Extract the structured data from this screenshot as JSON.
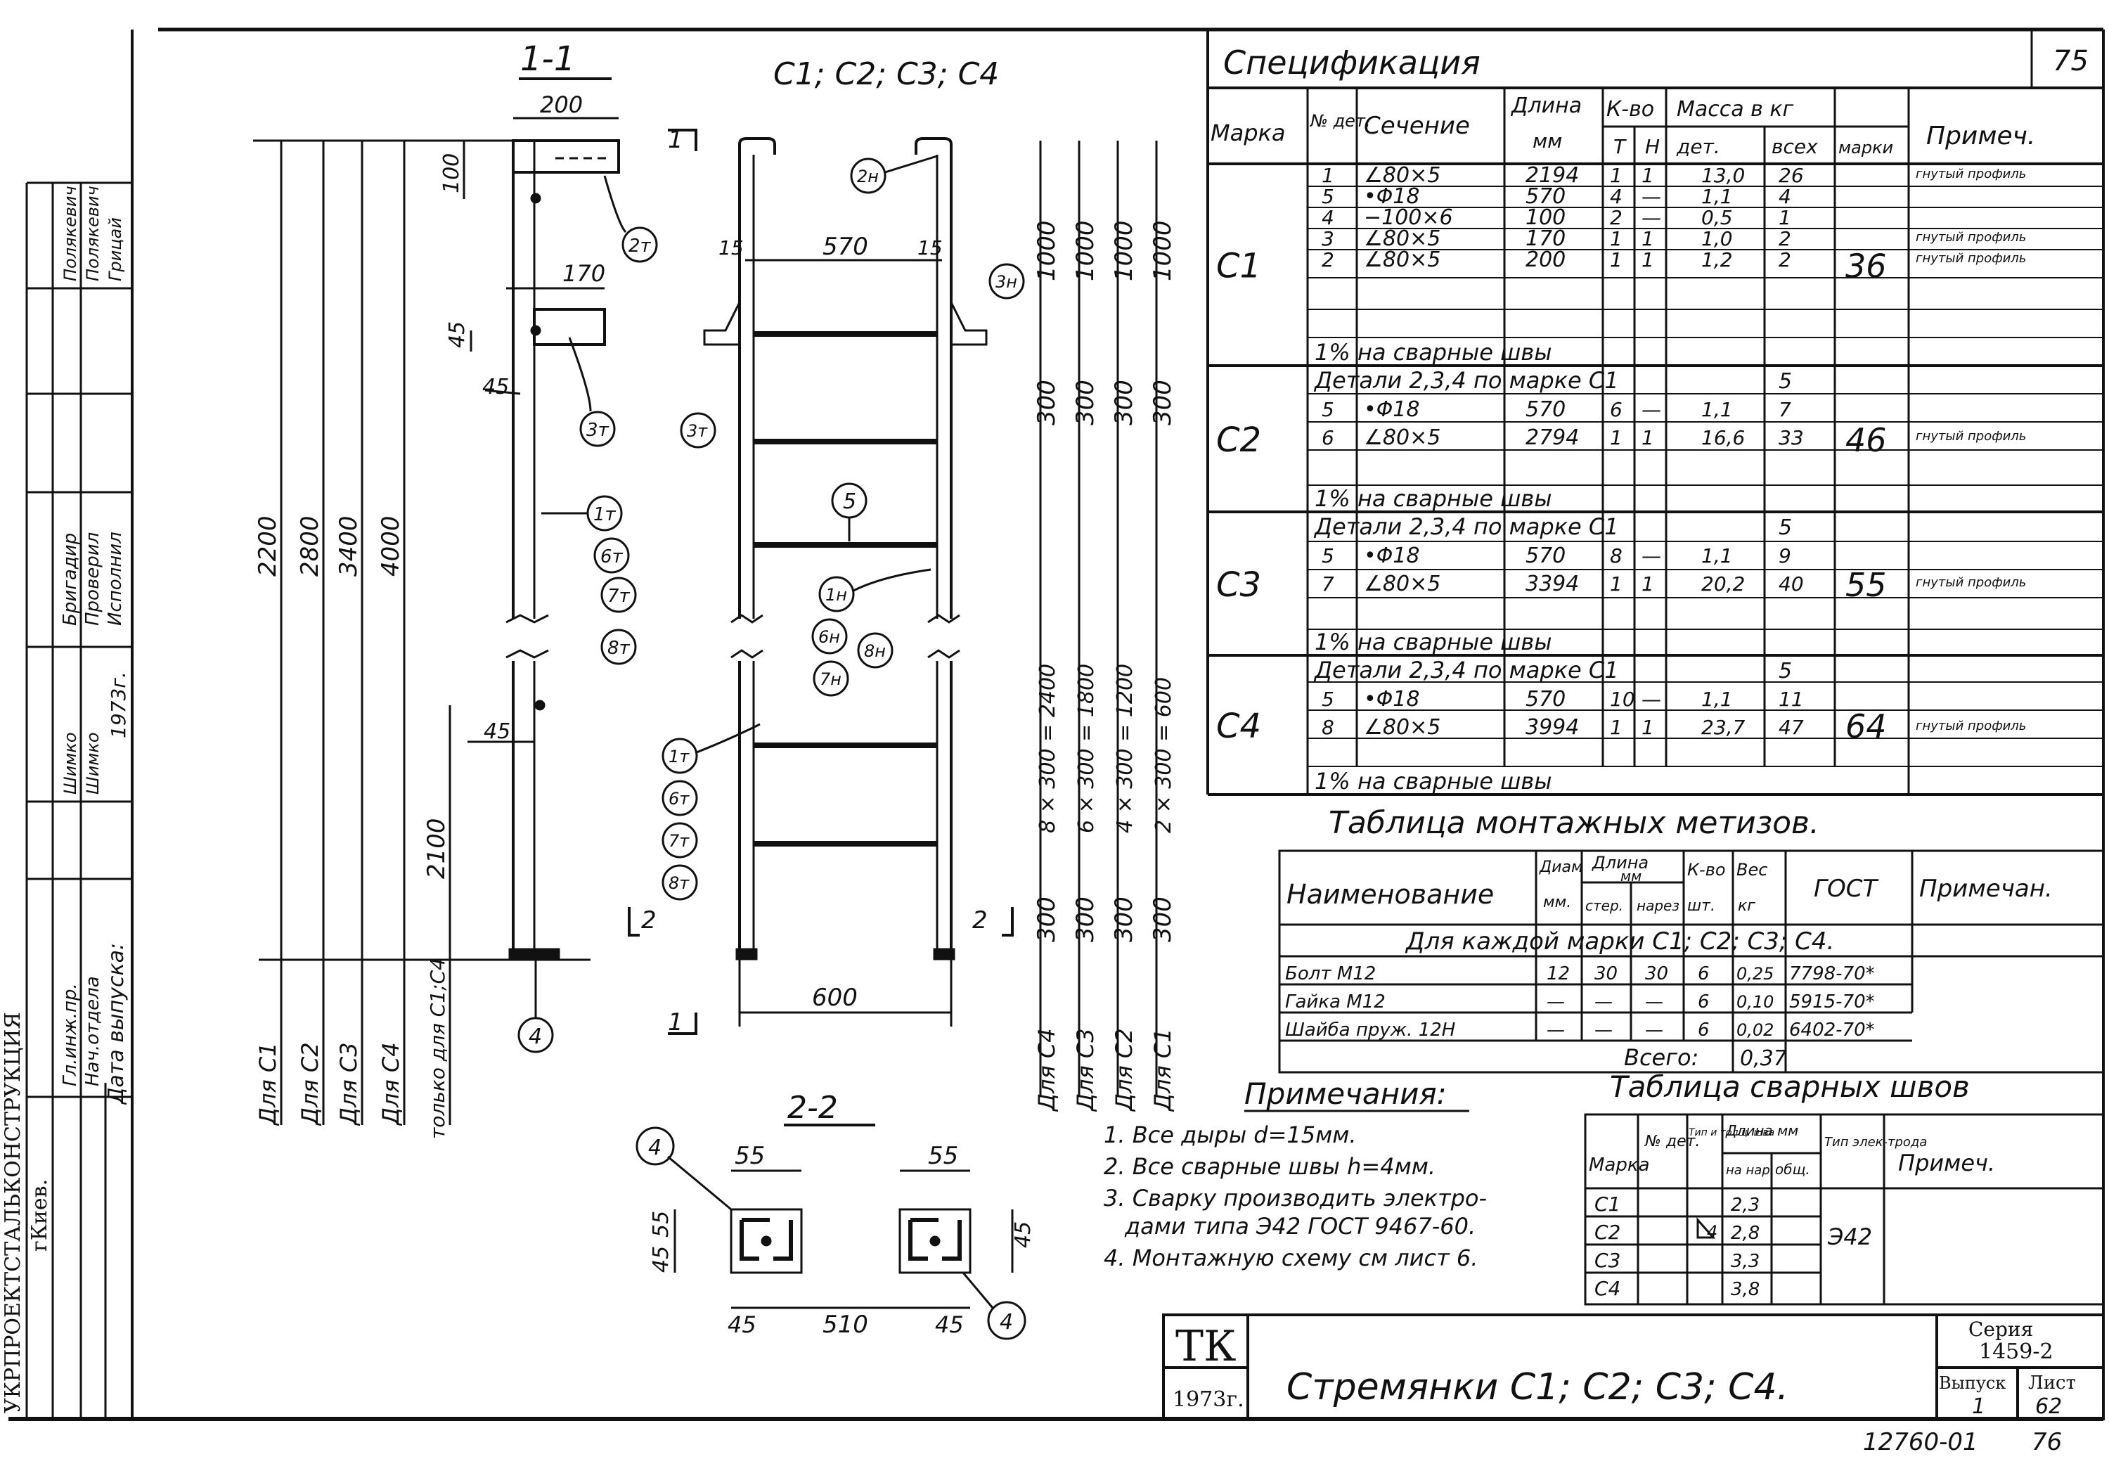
{
  "sheet_no": "75",
  "footer": {
    "doc_no": "12760-01",
    "page_no": "76"
  },
  "spec": {
    "title": "Спецификация",
    "headers": {
      "mark": "Марка",
      "part_no": "№ дет.",
      "section": "Сечение",
      "length": "Длина",
      "length_unit": "мм",
      "qty": "К-во",
      "qty_t": "Т",
      "qty_n": "Н",
      "mass": "Масса в кг",
      "mass_part": "дет.",
      "mass_all": "всех",
      "mass_mark": "марки",
      "note": "Примеч."
    },
    "groups": [
      {
        "mark": "С1",
        "total": "36",
        "rows": [
          {
            "no": "1",
            "section": "∠80×5",
            "length": "2194",
            "t": "1",
            "n": "1",
            "m_det": "13,0",
            "m_all": "26",
            "note": "гнутый профиль"
          },
          {
            "no": "5",
            "section": "•Φ18",
            "length": "570",
            "t": "4",
            "n": "—",
            "m_det": "1,1",
            "m_all": "4",
            "note": ""
          },
          {
            "no": "4",
            "section": "−100×6",
            "length": "100",
            "t": "2",
            "n": "—",
            "m_det": "0,5",
            "m_all": "1",
            "note": ""
          },
          {
            "no": "3",
            "section": "∠80×5",
            "length": "170",
            "t": "1",
            "n": "1",
            "m_det": "1,0",
            "m_all": "2",
            "note": "гнутый профиль"
          },
          {
            "no": "2",
            "section": "∠80×5",
            "length": "200",
            "t": "1",
            "n": "1",
            "m_det": "1,2",
            "m_all": "2",
            "note": "гнутый профиль"
          }
        ],
        "welds": "1% на сварные швы"
      },
      {
        "mark": "С2",
        "total": "46",
        "details": "Детали 2,3,4 по марке С1",
        "details_mass": "5",
        "rows": [
          {
            "no": "5",
            "section": "•Φ18",
            "length": "570",
            "t": "6",
            "n": "—",
            "m_det": "1,1",
            "m_all": "7",
            "note": ""
          },
          {
            "no": "6",
            "section": "∠80×5",
            "length": "2794",
            "t": "1",
            "n": "1",
            "m_det": "16,6",
            "m_all": "33",
            "note": "гнутый профиль"
          }
        ],
        "welds": "1% на сварные швы"
      },
      {
        "mark": "С3",
        "total": "55",
        "details": "Детали 2,3,4 по марке С1",
        "details_mass": "5",
        "rows": [
          {
            "no": "5",
            "section": "•Φ18",
            "length": "570",
            "t": "8",
            "n": "—",
            "m_det": "1,1",
            "m_all": "9",
            "note": ""
          },
          {
            "no": "7",
            "section": "∠80×5",
            "length": "3394",
            "t": "1",
            "n": "1",
            "m_det": "20,2",
            "m_all": "40",
            "note": "гнутый профиль"
          }
        ],
        "welds": "1% на сварные швы"
      },
      {
        "mark": "С4",
        "total": "64",
        "details": "Детали 2,3,4 по марке С1",
        "details_mass": "5",
        "rows": [
          {
            "no": "5",
            "section": "•Φ18",
            "length": "570",
            "t": "10",
            "n": "—",
            "m_det": "1,1",
            "m_all": "11",
            "note": ""
          },
          {
            "no": "8",
            "section": "∠80×5",
            "length": "3994",
            "t": "1",
            "n": "1",
            "m_det": "23,7",
            "m_all": "47",
            "note": "гнутый профиль"
          }
        ],
        "welds": "1% на сварные швы"
      }
    ]
  },
  "fasteners": {
    "title": "Таблица монтажных метизов.",
    "headers": {
      "name": "Наименование",
      "diam": "Диам",
      "diam_unit": "мм.",
      "length": "Длина",
      "length_unit": "мм",
      "length_rod": "стер.",
      "length_thread": "нарез",
      "qty": "К-во",
      "qty_unit": "шт.",
      "weight": "Вес",
      "weight_unit": "кг",
      "gost": "ГОСТ",
      "note": "Примечан."
    },
    "subheader": "Для каждой марки С1; С2; С3; С4.",
    "rows": [
      {
        "name": "Болт М12",
        "diam": "12",
        "rod": "30",
        "thread": "30",
        "qty": "6",
        "weight": "0,25",
        "gost": "7798-70*"
      },
      {
        "name": "Гайка М12",
        "diam": "—",
        "rod": "—",
        "thread": "—",
        "qty": "6",
        "weight": "0,10",
        "gost": "5915-70*"
      },
      {
        "name": "Шайба пруж. 12Н",
        "diam": "—",
        "rod": "—",
        "thread": "—",
        "qty": "6",
        "weight": "0,02",
        "gost": "6402-70*"
      }
    ],
    "total_label": "Всего:",
    "total": "0,37"
  },
  "welds": {
    "title": "Таблица сварных швов",
    "headers": {
      "mark": "Марка",
      "part": "№ дет.",
      "type": "Тип и толщ. шва",
      "length": "Длина мм",
      "len_per": "на нар",
      "len_total": "общ.",
      "electrode": "Тип элек-трода",
      "note": "Примеч."
    },
    "rows": [
      {
        "mark": "С1",
        "len": "2,3"
      },
      {
        "mark": "С2",
        "len": "2,8"
      },
      {
        "mark": "С3",
        "len": "3,3"
      },
      {
        "mark": "С4",
        "len": "3,8"
      }
    ],
    "weld_symbol": "4",
    "electrode": "Э42"
  },
  "notes": {
    "title": "Примечания:",
    "items": [
      "1. Все дыры d=15мм.",
      "2. Все сварные швы h=4мм.",
      "3. Сварку производить электро-",
      "дами типа Э42 ГОСТ 9467-60.",
      "4. Монтажную схему см лист 6."
    ]
  },
  "title_block": {
    "org_logo": "ТК",
    "year": "1973г.",
    "title": "Стремянки С1; С2; С3; С4.",
    "series_label": "Серия",
    "series": "1459-2",
    "issue_label": "Выпуск",
    "issue": "1",
    "sheet_label": "Лист",
    "sheet": "62"
  },
  "side_stamp": {
    "org": "УКРПРОЕКТСТАЛЬКОНСТРУКЦИЯ",
    "city": "гКиев.",
    "date_label": "Дата выпуска:",
    "year": "1973г.",
    "roles": [
      "Нач.отдела",
      "Гл.инж.пр.",
      "Бригадир",
      "Проверил",
      "Исполнил"
    ],
    "names": [
      "Полякевич",
      "Полякевич",
      "Шимко",
      "Шимко",
      "Грицай"
    ]
  },
  "drawing": {
    "section_1_label": "1-1",
    "section_2_label": "2-2",
    "elevation_label": "С1; С2; С3; С4",
    "dims_section": [
      "200",
      "100",
      "170",
      "45",
      "45",
      "45",
      "2200",
      "2800",
      "3400",
      "4000",
      "2100"
    ],
    "dims_elevation": [
      "570",
      "15",
      "15",
      "600"
    ],
    "dims_right": [
      "1000",
      "1000",
      "1000",
      "1000",
      "300",
      "300",
      "300",
      "300",
      "8 × 300 = 2400",
      "6 × 300 = 1800",
      "4 × 300 = 1200",
      "2 × 300 = 600",
      "300",
      "300",
      "300",
      "300"
    ],
    "for_labels": [
      "Для С1",
      "Для С2",
      "Для С3",
      "Для С4",
      "только для С1;С4",
      "Для С4",
      "Для С3",
      "Для С2",
      "Для С1"
    ],
    "dims_section2": [
      "55",
      "55",
      "55",
      "45",
      "45",
      "510",
      "45",
      "45"
    ],
    "cut_marks": [
      "1",
      "1",
      "2",
      "2"
    ],
    "callouts_section": [
      "2т",
      "3т",
      "1т",
      "6т",
      "7т",
      "8т",
      "4"
    ],
    "callouts_elev": [
      "2н",
      "3н",
      "3т",
      "5",
      "1н",
      "6н",
      "7н",
      "8н",
      "1т",
      "6т",
      "7т",
      "8т",
      "4",
      "4"
    ]
  }
}
